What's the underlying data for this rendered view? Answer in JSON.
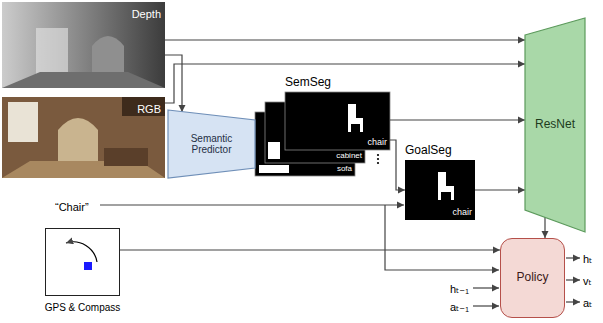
{
  "diagram": {
    "nodes": [
      {
        "text": [
          "Depth"
        ]
      },
      {
        "text": [
          "RGB"
        ]
      },
      {
        "text": [
          "Semantic Predictor"
        ]
      },
      {
        "text": [
          "SemSeg",
          "chair"
        ]
      },
      {
        "text": [
          "cabinet"
        ]
      },
      {
        "text": [
          "sofa"
        ]
      },
      {
        "text": [
          "GoalSeg",
          "chair"
        ]
      },
      {
        "text": [
          "ResNet"
        ]
      },
      {
        "text": [
          "GPS & Compass"
        ]
      },
      {
        "text": [
          "Policy"
        ]
      }
    ],
    "edges": [
      {
        "from": 0,
        "to": 7,
        "arrow": "to"
      },
      {
        "from": 1,
        "to": 7,
        "arrow": "to"
      },
      {
        "from": 0,
        "to": 2,
        "arrow": "to"
      },
      {
        "from": 3,
        "to": 7,
        "arrow": "to"
      },
      {
        "from": 3,
        "to": 6,
        "arrow": "to"
      },
      {
        "from": 6,
        "to": 7,
        "arrow": "to"
      },
      {
        "from": 7,
        "to": 9,
        "arrow": "to"
      },
      {
        "from": 8,
        "to": 9,
        "arrow": "to"
      }
    ],
    "labels": [
      "“Chair”",
      "hₜ₋₁",
      "aₜ₋₁",
      "hₜ",
      "vₜ",
      "aₜ"
    ]
  }
}
